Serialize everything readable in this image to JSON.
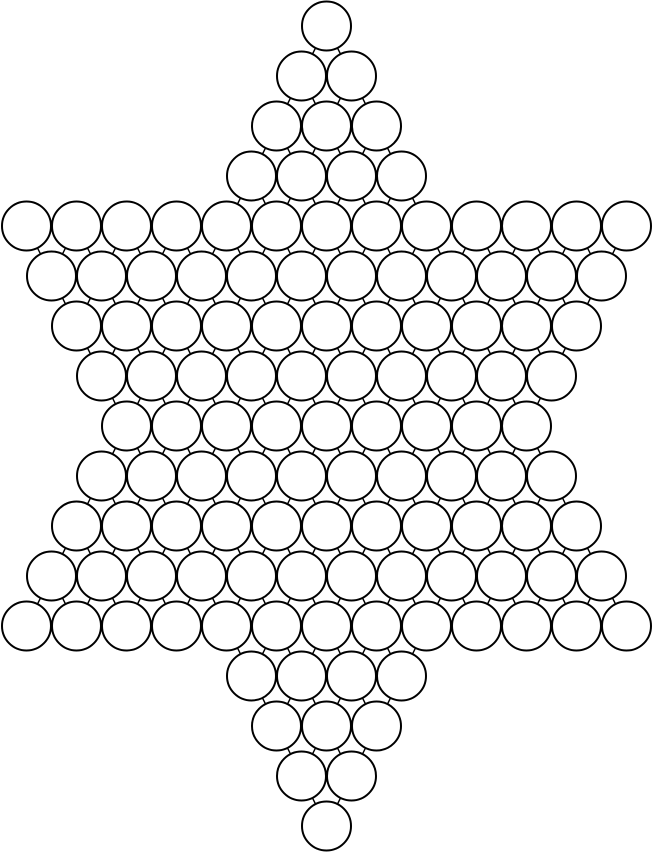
{
  "board": {
    "type": "chinese-checkers-star",
    "rows": [
      1,
      2,
      3,
      4,
      13,
      12,
      11,
      10,
      9,
      10,
      11,
      12,
      13,
      4,
      3,
      2,
      1
    ],
    "hole_fill": "#ffffff",
    "hole_stroke": "#000000",
    "background": "#ffffff"
  }
}
